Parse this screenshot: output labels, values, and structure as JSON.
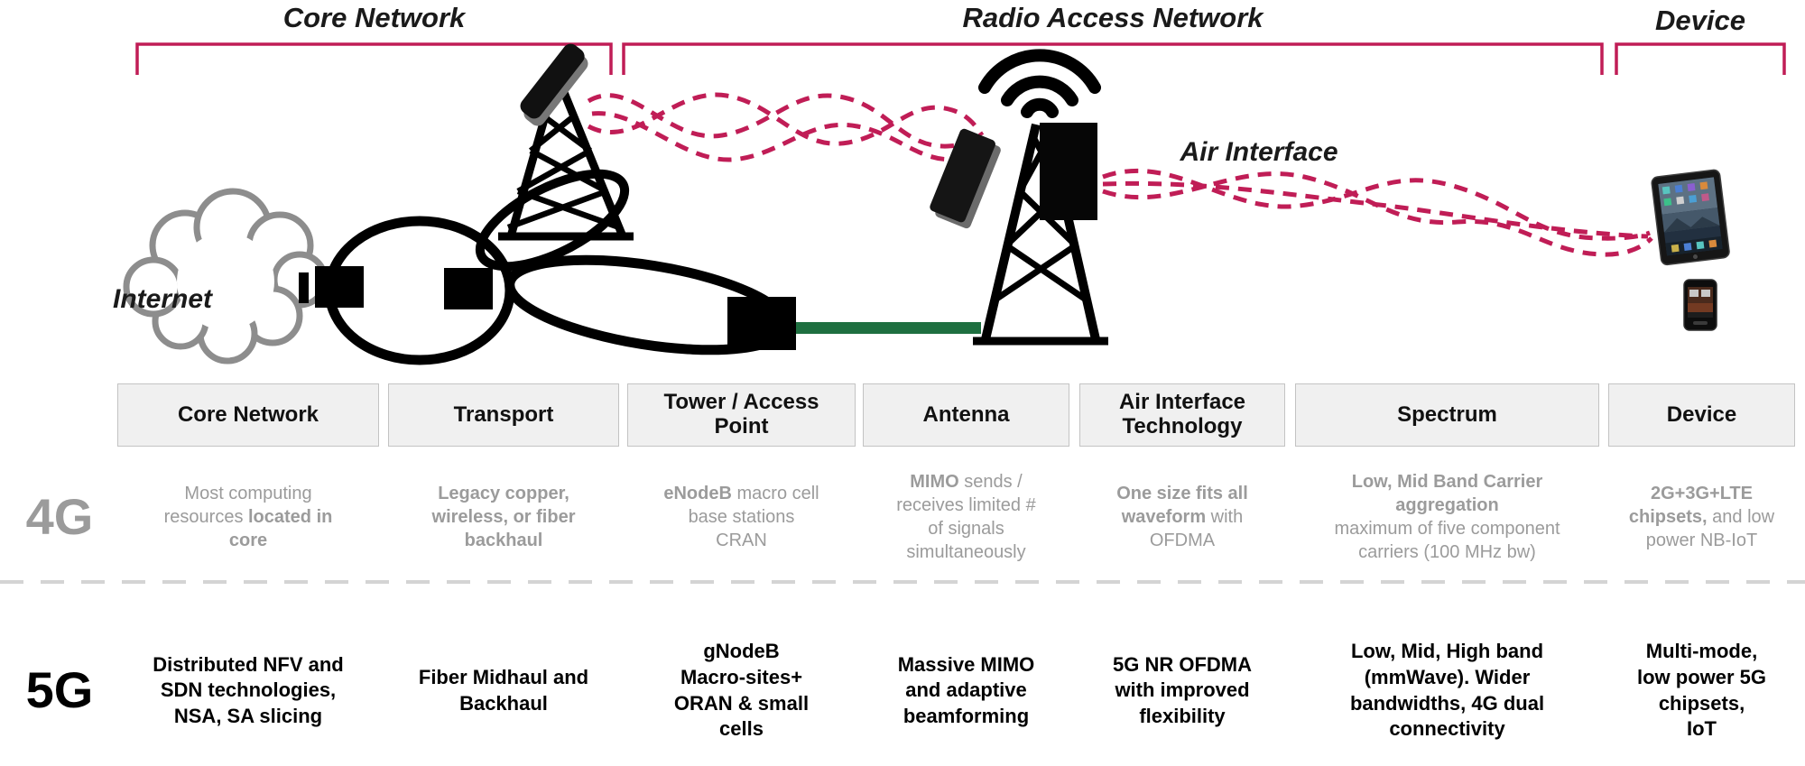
{
  "sections": [
    {
      "label": "Core Network"
    },
    {
      "label": "Radio Access Network"
    },
    {
      "label": "Device"
    }
  ],
  "diagram_labels": {
    "internet": "Internet",
    "air_interface": "Air Interface"
  },
  "icons": [
    "internet-cloud-icon",
    "core-ring-icon",
    "router-node-icon",
    "backhaul-ring-icon",
    "transport-ring-icon",
    "lattice-tower-icon",
    "microwave-dish-icon",
    "radio-waves-icon",
    "fiber-link-icon",
    "small-cell-box-icon",
    "cell-tower-icon",
    "wifi-arcs-icon",
    "antenna-panel-icon",
    "tablet-device-icon",
    "phone-device-icon"
  ],
  "colors": {
    "accent_crimson": "#c01d56",
    "fiber_green": "#1e6f40",
    "muted_gray": "#9b9b9b",
    "header_bg": "#f0f0f0"
  },
  "table": {
    "columns": [
      "Core Network",
      "Transport",
      "Tower / Access Point",
      "Antenna",
      "Air Interface Technology",
      "Spectrum",
      "Device"
    ],
    "rows": [
      {
        "id": "g4",
        "label": "4G",
        "cells": [
          {
            "segments": [
              {
                "text": "Most computing\nresources ",
                "bold": false
              },
              {
                "text": "located in\ncore",
                "bold": true
              }
            ]
          },
          {
            "segments": [
              {
                "text": "Legacy copper,\nwireless, or fiber\nbackhaul",
                "bold": true
              }
            ]
          },
          {
            "segments": [
              {
                "text": "eNodeB",
                "bold": true
              },
              {
                "text": " macro cell\nbase stations\nCRAN",
                "bold": false
              }
            ]
          },
          {
            "segments": [
              {
                "text": "MIMO",
                "bold": true
              },
              {
                "text": " sends /\nreceives limited #\nof signals\nsimultaneously",
                "bold": false
              }
            ]
          },
          {
            "segments": [
              {
                "text": "One size fits all\nwaveform",
                "bold": true
              },
              {
                "text": " with\nOFDMA",
                "bold": false
              }
            ]
          },
          {
            "segments": [
              {
                "text": "Low, Mid Band Carrier\naggregation",
                "bold": true
              },
              {
                "text": "\nmaximum of five component\ncarriers (100 MHz bw)",
                "bold": false
              }
            ]
          },
          {
            "segments": [
              {
                "text": "2G+3G+LTE\nchipsets,",
                "bold": true
              },
              {
                "text": " and low\npower NB-IoT",
                "bold": false
              }
            ]
          }
        ]
      },
      {
        "id": "g5",
        "label": "5G",
        "cells": [
          {
            "segments": [
              {
                "text": "Distributed NFV and\nSDN technologies,\nNSA, SA slicing",
                "bold": true
              }
            ]
          },
          {
            "segments": [
              {
                "text": "Fiber Midhaul and\nBackhaul",
                "bold": true
              }
            ]
          },
          {
            "segments": [
              {
                "text": "gNodeB\nMacro-sites+\nORAN & small\ncells",
                "bold": true
              }
            ]
          },
          {
            "segments": [
              {
                "text": "Massive MIMO\nand adaptive\nbeamforming",
                "bold": true
              }
            ]
          },
          {
            "segments": [
              {
                "text": "5G NR OFDMA\nwith improved\nflexibility",
                "bold": true
              }
            ]
          },
          {
            "segments": [
              {
                "text": "Low, Mid, High band\n(mmWave). Wider\nbandwidths, 4G dual\nconnectivity",
                "bold": true
              }
            ]
          },
          {
            "segments": [
              {
                "text": "Multi-mode,\nlow power 5G\nchipsets,\nIoT",
                "bold": true
              }
            ]
          }
        ]
      }
    ]
  }
}
